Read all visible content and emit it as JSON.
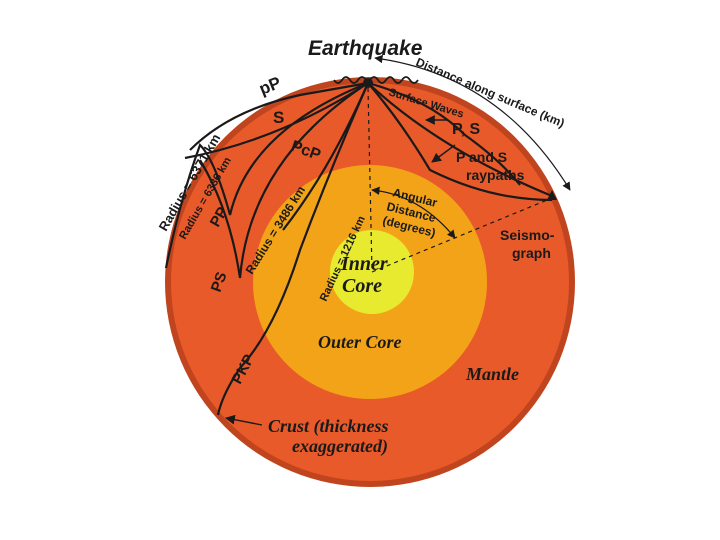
{
  "title": "Earthquake",
  "labels": {
    "pP": "pP",
    "surface_waves": "Surface Waves",
    "distance_along_surface": "Distance along surface (km)",
    "s": "S",
    "p_s": "P, S",
    "pcp": "PcP",
    "p_and_s_line1": "P and S",
    "p_and_s_line2": "raypaths",
    "radius_crust": "Radius = 6371 km",
    "radius_mantle": "Radius = 6336 km",
    "pp": "PP",
    "radius_outer_core": "Radius = 3486 km",
    "angular_line1": "Angular",
    "angular_line2": "Distance",
    "angular_line3": "(degrees)",
    "seismograph_line1": "Seismo-",
    "seismograph_line2": "graph",
    "ps": "PS",
    "radius_inner_core": "Radius = 1216 km",
    "inner_core_line1": "Inner",
    "inner_core_line2": "Core",
    "outer_core": "Outer Core",
    "mantle": "Mantle",
    "pkp": "PKP",
    "crust_line1": "Crust (thickness",
    "crust_line2": "exaggerated)"
  },
  "colors": {
    "crust": "#c0451f",
    "mantle": "#e85a2a",
    "outer_core": "#f3a318",
    "inner_core": "#e8ea30",
    "lines": "#1a1a1a"
  }
}
